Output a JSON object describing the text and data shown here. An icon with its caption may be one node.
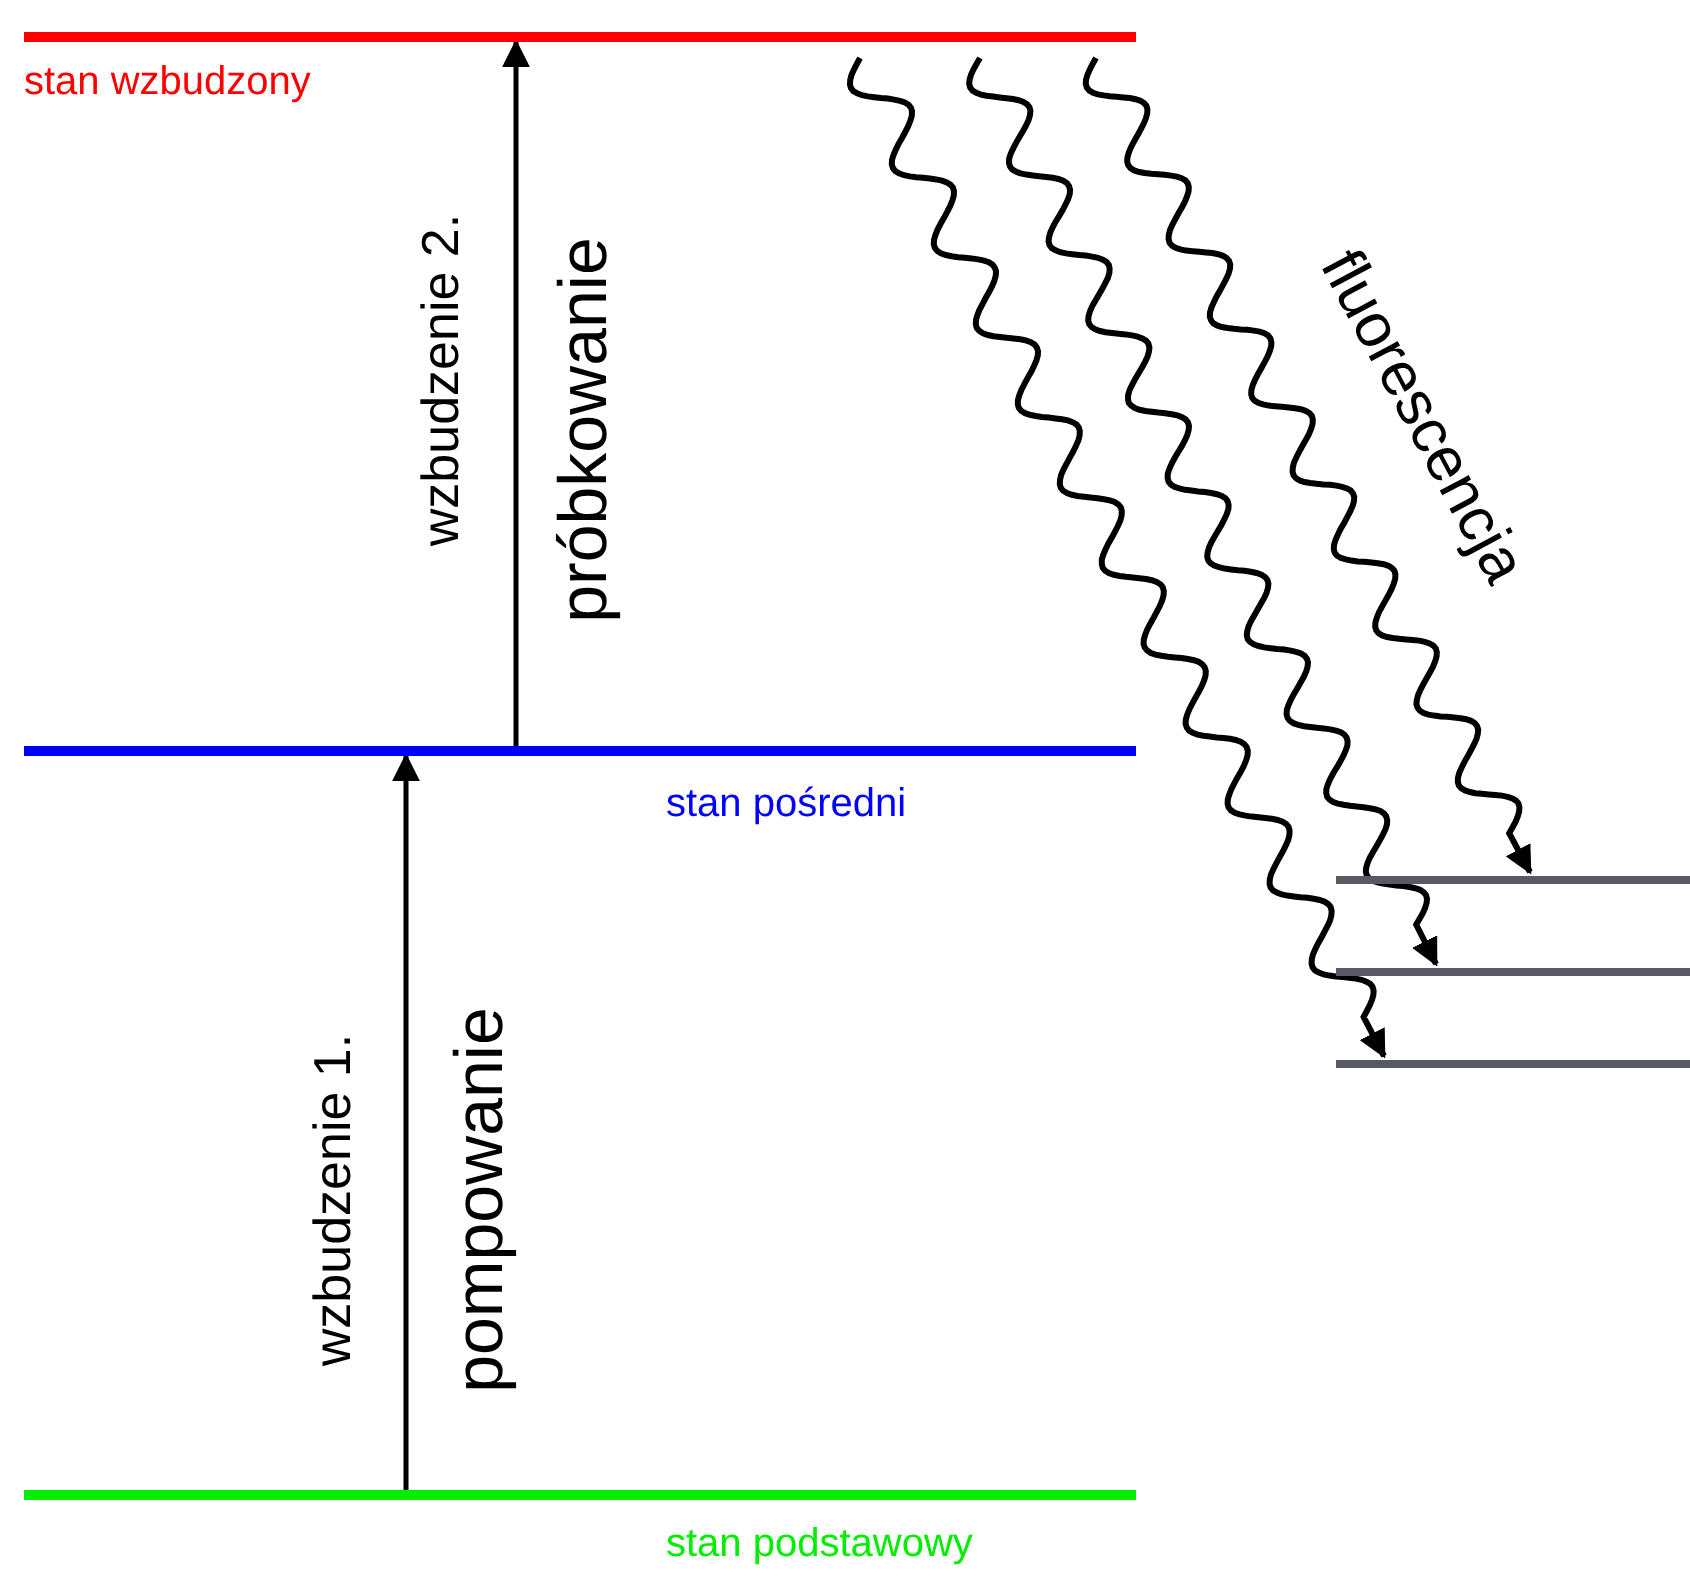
{
  "diagram": {
    "nodes": [
      {
        "text": [
          "stan wzbudzony"
        ]
      },
      {
        "text": [
          "stan pośredni"
        ]
      },
      {
        "text": [],
        "shape": "bar"
      },
      {
        "text": [],
        "shape": "bar"
      },
      {
        "text": [],
        "shape": "bar"
      },
      {
        "text": [
          "stan podstawowy"
        ]
      }
    ],
    "edges": [
      {
        "from": 5,
        "to": 1,
        "arrow": "to",
        "label": "pompowanie"
      },
      {
        "from": 1,
        "to": 0,
        "arrow": "to",
        "label": "próbkowanie"
      },
      {
        "from": 0,
        "to": 4,
        "arrow": "to"
      },
      {
        "from": 0,
        "to": 3,
        "arrow": "to"
      },
      {
        "from": 0,
        "to": 2,
        "arrow": "to"
      }
    ],
    "labels": [
      "wzbudzenie 2.",
      "fluorescencja",
      "wzbudzenie 1."
    ]
  }
}
